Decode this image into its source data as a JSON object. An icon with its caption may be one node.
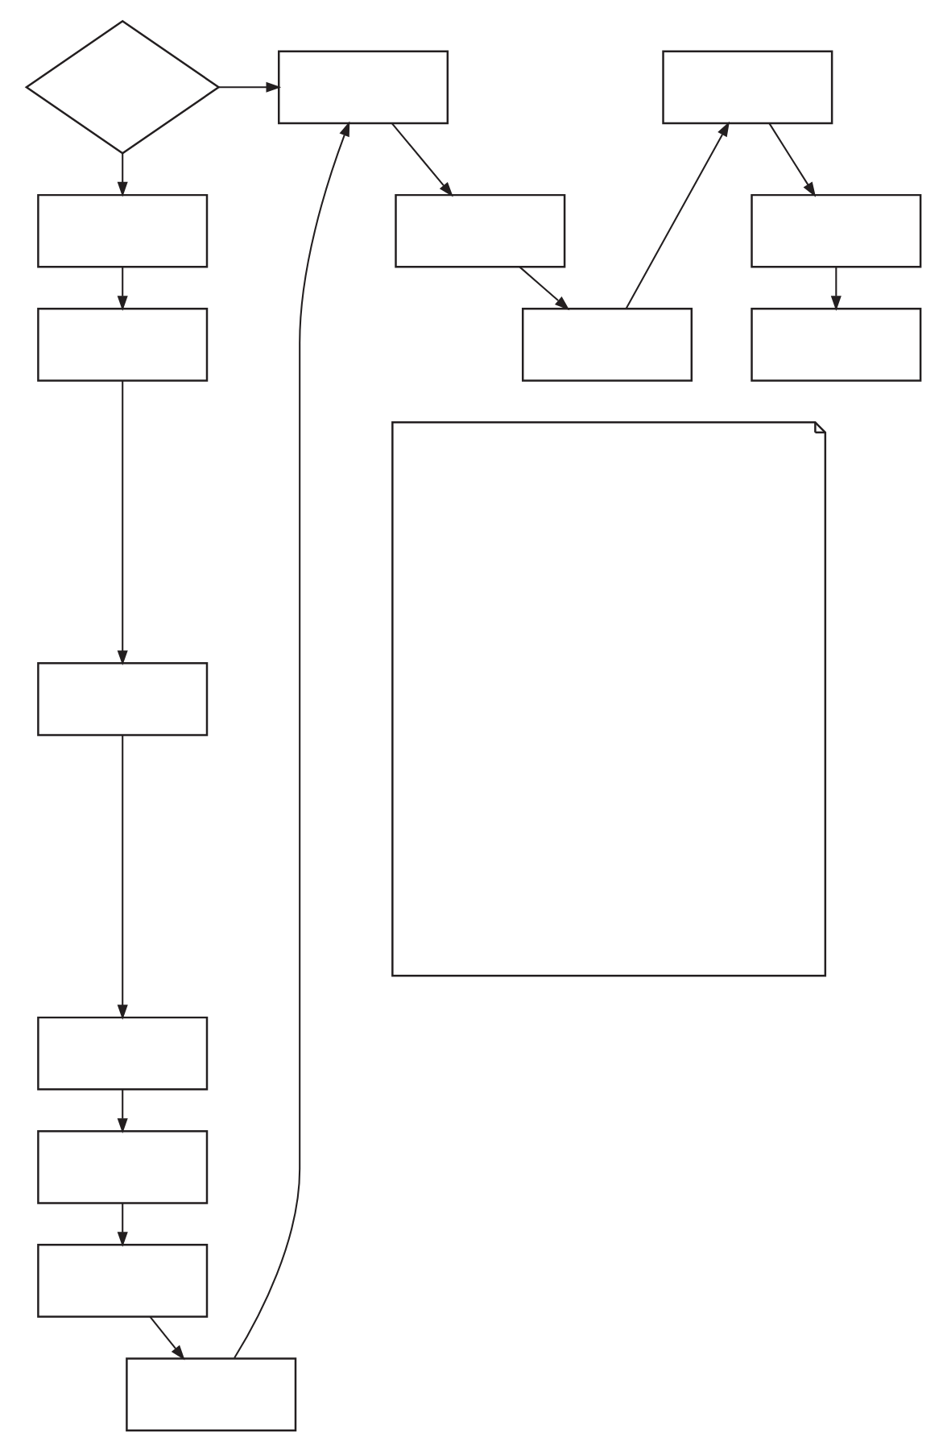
{
  "diagram": {
    "nodes": [
      {
        "text": [],
        "shape": "diamond"
      },
      {
        "text": [],
        "shape": "box"
      },
      {
        "text": [],
        "shape": "box"
      },
      {
        "text": [],
        "shape": "box"
      },
      {
        "text": [],
        "shape": "box"
      },
      {
        "text": [],
        "shape": "box"
      },
      {
        "text": [],
        "shape": "box"
      },
      {
        "text": [],
        "shape": "box"
      },
      {
        "text": [],
        "shape": "box"
      },
      {
        "text": [],
        "shape": "box"
      },
      {
        "text": [],
        "shape": "box"
      },
      {
        "text": [],
        "shape": "box"
      },
      {
        "text": [],
        "shape": "box"
      },
      {
        "text": [],
        "shape": "box"
      },
      {
        "text": [],
        "shape": "note"
      }
    ],
    "edges": [
      {
        "from": 0,
        "to": 1,
        "arrow": "to"
      },
      {
        "from": 1,
        "to": 2,
        "arrow": "to"
      },
      {
        "from": 2,
        "to": 3,
        "arrow": "to"
      },
      {
        "from": 3,
        "to": 4,
        "arrow": "to"
      },
      {
        "from": 4,
        "to": 5,
        "arrow": "to"
      },
      {
        "from": 5,
        "to": 6,
        "arrow": "to"
      },
      {
        "from": 6,
        "to": 7,
        "arrow": "to"
      },
      {
        "from": 0,
        "to": 8,
        "arrow": "to"
      },
      {
        "from": 7,
        "to": 8,
        "arrow": "to"
      },
      {
        "from": 8,
        "to": 9,
        "arrow": "to"
      },
      {
        "from": 9,
        "to": 10,
        "arrow": "to"
      },
      {
        "from": 10,
        "to": 11,
        "arrow": "to"
      },
      {
        "from": 11,
        "to": 12,
        "arrow": "to"
      },
      {
        "from": 12,
        "to": 13,
        "arrow": "to"
      }
    ]
  }
}
